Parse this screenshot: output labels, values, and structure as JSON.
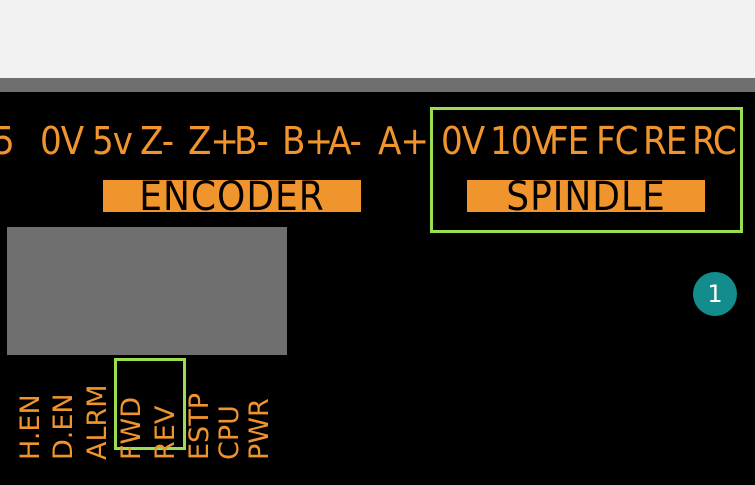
{
  "encoder": {
    "pins": [
      "5",
      "0V",
      "5v",
      "Z-",
      "Z+",
      "B-",
      "B+",
      "A-",
      "A+"
    ],
    "title": "ENCODER"
  },
  "spindle": {
    "pins": [
      "0V",
      "10V",
      "FE",
      "FC",
      "RE",
      "RC"
    ],
    "title": "SPINDLE"
  },
  "leds": [
    "H.EN",
    "D.EN",
    "ALRM",
    "FWD",
    "REV",
    "ESTP",
    "CPU",
    "PWR"
  ],
  "annotation": {
    "marker": "1"
  },
  "colors": {
    "silkscreen": "#f0942e",
    "board": "#000000",
    "highlight": "#9bde4f",
    "marker": "#128c8c",
    "display": "#6f6f6f"
  }
}
